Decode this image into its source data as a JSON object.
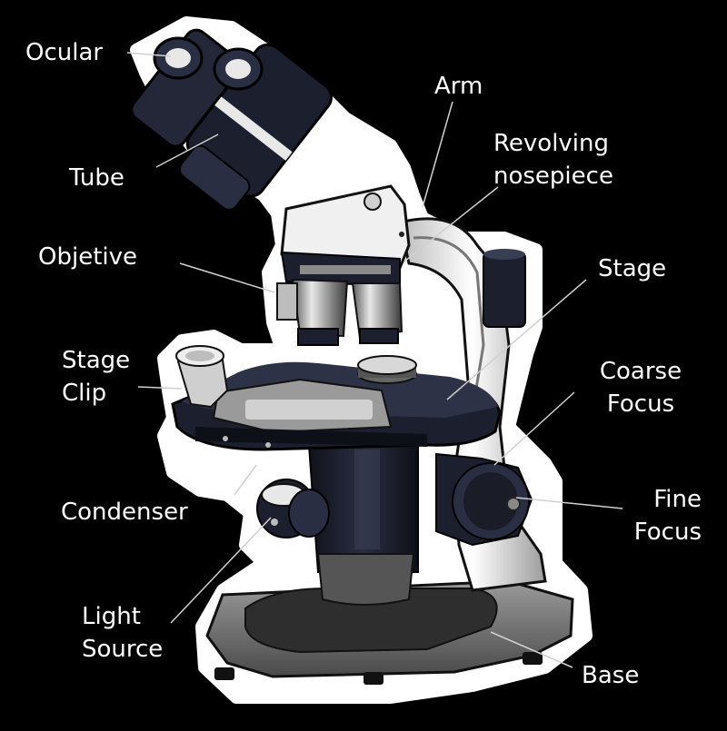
{
  "labels": {
    "ocular": [
      "Ocular"
    ],
    "tube": [
      "Tube"
    ],
    "arm": [
      "Arm"
    ],
    "revolving_nosepiece": [
      "Revolving",
      "nosepiece"
    ],
    "objective": [
      "Objetive"
    ],
    "stage": [
      "Stage"
    ],
    "stage_clip": [
      "Stage",
      "Clip"
    ],
    "coarse_focus": [
      "Coarse",
      "Focus"
    ],
    "fine_focus": [
      "Fine",
      "Focus"
    ],
    "condenser": [
      "Condenser"
    ],
    "light_source": [
      "Light",
      "Source"
    ],
    "base": [
      "Base"
    ]
  },
  "colors": {
    "background": "#000000",
    "outline": "#ffffff",
    "body_dark": "#1c1f2e",
    "body_light": "#f2f2f2",
    "metal": "#9a9a9a",
    "label_text": "#ffffff",
    "leader_line": "#d0d0d0"
  }
}
